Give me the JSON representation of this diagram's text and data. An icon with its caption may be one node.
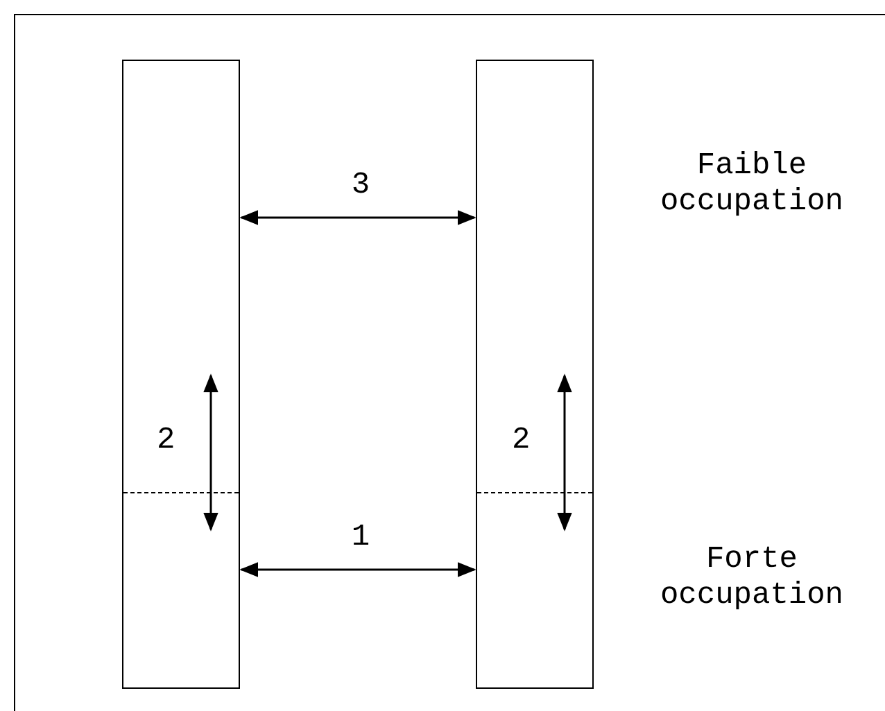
{
  "diagram": {
    "nodes": [
      {
        "text": [],
        "shape": "bar"
      },
      {
        "text": [],
        "shape": "bar"
      }
    ],
    "edges": [
      {
        "from": 0,
        "to": 1,
        "arrow": "both",
        "label": "3"
      },
      {
        "from": 0,
        "to": 1,
        "arrow": "both",
        "label": "1"
      }
    ],
    "labels": [
      "Faible occupation",
      "2",
      "2",
      "Forte occupation"
    ]
  }
}
